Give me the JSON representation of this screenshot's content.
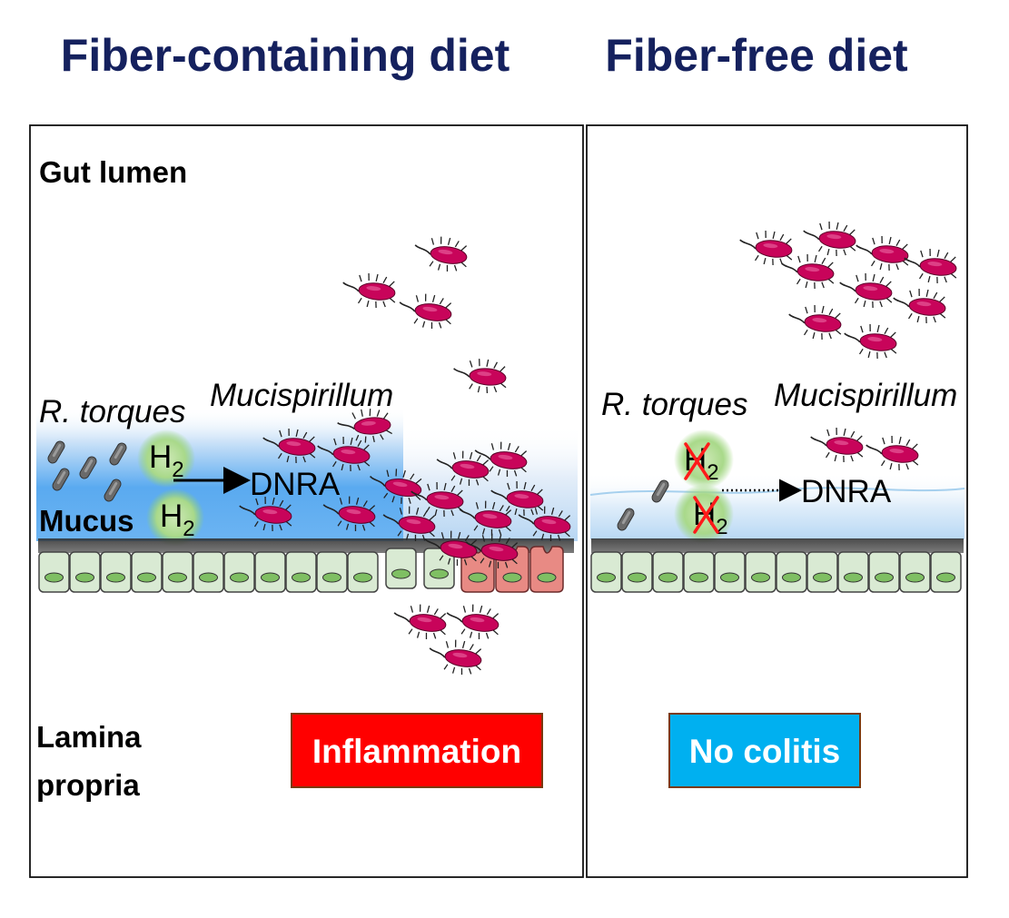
{
  "titles": {
    "left": "Fiber-containing diet",
    "right": "Fiber-free diet"
  },
  "left_panel": {
    "gut_lumen": "Gut lumen",
    "r_torques": "R. torques",
    "mucispirillum": "Mucispirillum",
    "mucus": "Mucus",
    "h2_main": "H",
    "h2_sub": "2",
    "dnra": "DNRA",
    "lamina_line1": "Lamina",
    "lamina_line2": "propria",
    "outcome": "Inflammation"
  },
  "right_panel": {
    "r_torques": "R. torques",
    "mucispirillum": "Mucispirillum",
    "h2_main": "H",
    "h2_sub": "2",
    "dnra": "DNRA",
    "outcome": "No colitis"
  },
  "colors": {
    "title": "#15215e",
    "bacteria": "#c8045a",
    "mucus": "#5aaaf0",
    "epithelium": "#d9ead3",
    "inflamed_cell": "#e88a84",
    "inflammation_badge": "#ff0000",
    "no_colitis_badge": "#00b0f0",
    "h2_glow": "#8fd16a"
  },
  "icons": [
    "mucispirillum-bacterium-icon",
    "r-torques-rod-icon",
    "h2-bubble-icon",
    "epithelial-cell-icon",
    "cross-out-icon",
    "arrow-icon"
  ]
}
